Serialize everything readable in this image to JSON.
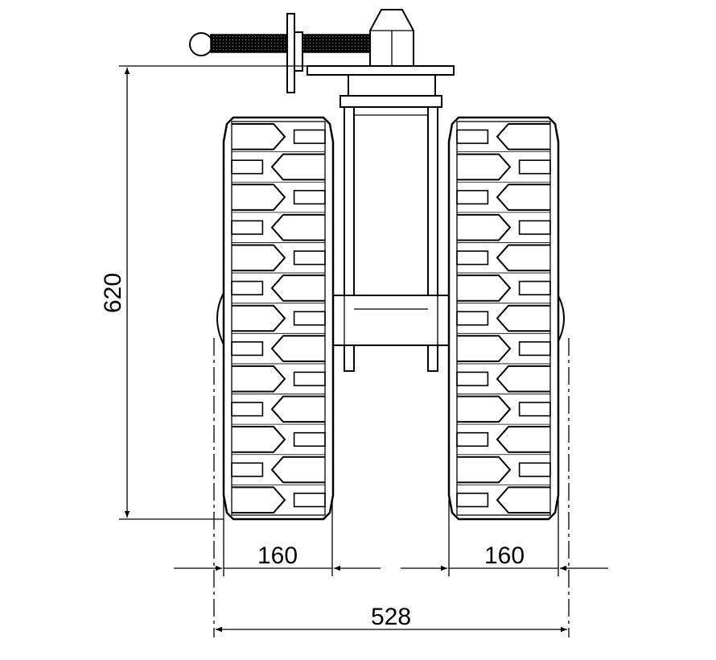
{
  "dimensions": {
    "height": "620",
    "left_wheel_width": "160",
    "right_wheel_width": "160",
    "overall_width": "528"
  }
}
